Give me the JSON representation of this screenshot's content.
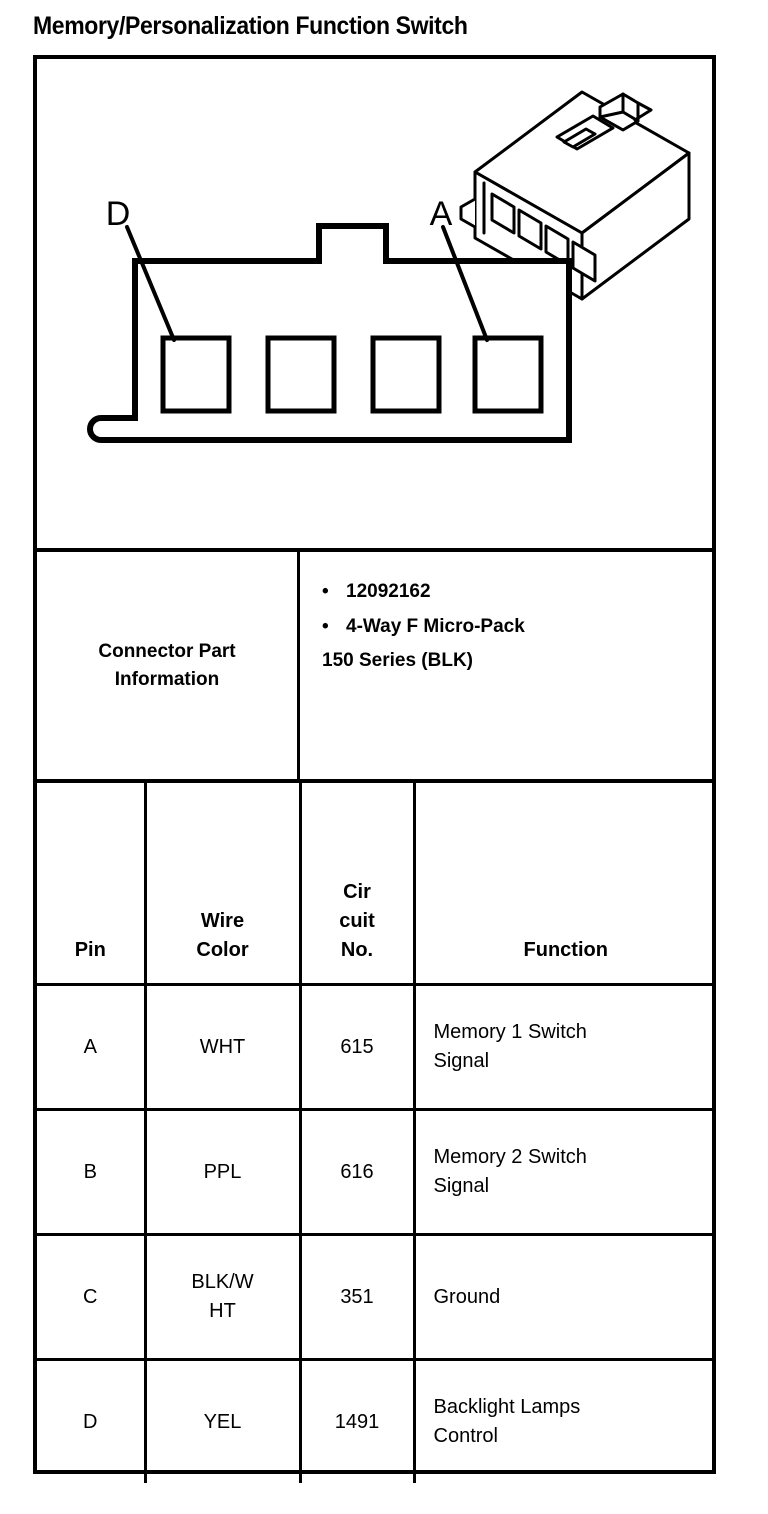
{
  "document": {
    "title": "Memory/Personalization Function Switch"
  },
  "diagram": {
    "name": "connector-end-view",
    "front_view": {
      "cavity_count": 4,
      "callouts": [
        {
          "label": "D",
          "target_cavity": 1
        },
        {
          "label": "A",
          "target_cavity": 4
        }
      ]
    },
    "iso_view": {
      "name": "connector-isometric-view",
      "cavity_count": 4
    }
  },
  "connector_part_information": {
    "label": "Connector Part Information",
    "bullets": [
      "12092162",
      "4-Way F Micro-Pack"
    ],
    "continuation": "150 Series (BLK)"
  },
  "pin_table": {
    "headers": {
      "pin": "Pin",
      "wire_color_line1": "Wire",
      "wire_color_line2": "Color",
      "circuit_no_line1": "Cir",
      "circuit_no_line2": "cuit",
      "circuit_no_line3": "No.",
      "function": "Function"
    },
    "rows": [
      {
        "pin": "A",
        "wire_color_line1": "WHT",
        "wire_color_line2": "",
        "circuit_no": "615",
        "function_line1": "Memory 1 Switch",
        "function_line2": "Signal"
      },
      {
        "pin": "B",
        "wire_color_line1": "PPL",
        "wire_color_line2": "",
        "circuit_no": "616",
        "function_line1": "Memory 2 Switch",
        "function_line2": "Signal"
      },
      {
        "pin": "C",
        "wire_color_line1": "BLK/W",
        "wire_color_line2": "HT",
        "circuit_no": "351",
        "function_line1": "Ground",
        "function_line2": ""
      },
      {
        "pin": "D",
        "wire_color_line1": "YEL",
        "wire_color_line2": "",
        "circuit_no": "1491",
        "function_line1": "Backlight Lamps",
        "function_line2": "Control"
      }
    ]
  },
  "colors": {
    "ink": "#000000",
    "paper": "#ffffff"
  }
}
